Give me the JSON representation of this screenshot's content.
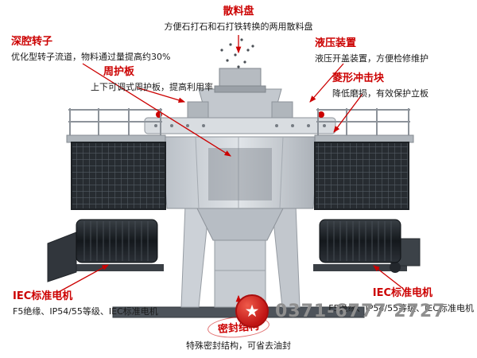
{
  "diagram": {
    "callouts": [
      {
        "id": "scatter-plate",
        "title": "散料盘",
        "desc": "方便石打石和石打铁转换的两用散料盘"
      },
      {
        "id": "deep-rotor",
        "title": "深腔转子",
        "desc": "优化型转子流道，物料通过量提高约30%"
      },
      {
        "id": "hydraulic-unit",
        "title": "液压装置",
        "desc": "液压开盖装置，方便检修维护"
      },
      {
        "id": "guard-plate",
        "title": "周护板",
        "desc": "上下可调式周护板，提高利用率"
      },
      {
        "id": "impact-block",
        "title": "菱形冲击块",
        "desc": "降低磨损，有效保护立板"
      },
      {
        "id": "iec-motor-left",
        "title": "IEC标准电机",
        "desc": "F5绝缘、IP54/55等级、IEC标准电机"
      },
      {
        "id": "iec-motor-right",
        "title": "IEC标准电机",
        "desc": "F5绝缘、IP54/55等级、IEC标准电机"
      },
      {
        "id": "seal-structure",
        "title": "密封结构",
        "desc": "特殊密封结构，可省去油封"
      }
    ],
    "footer": {
      "phone": "0371-6777 2727",
      "logo_glyph": "★"
    },
    "colors": {
      "accent": "#cc0000",
      "text": "#1a1a1a",
      "phone_gray": "#8f8f8f",
      "machine_dark": "#272c31"
    }
  }
}
